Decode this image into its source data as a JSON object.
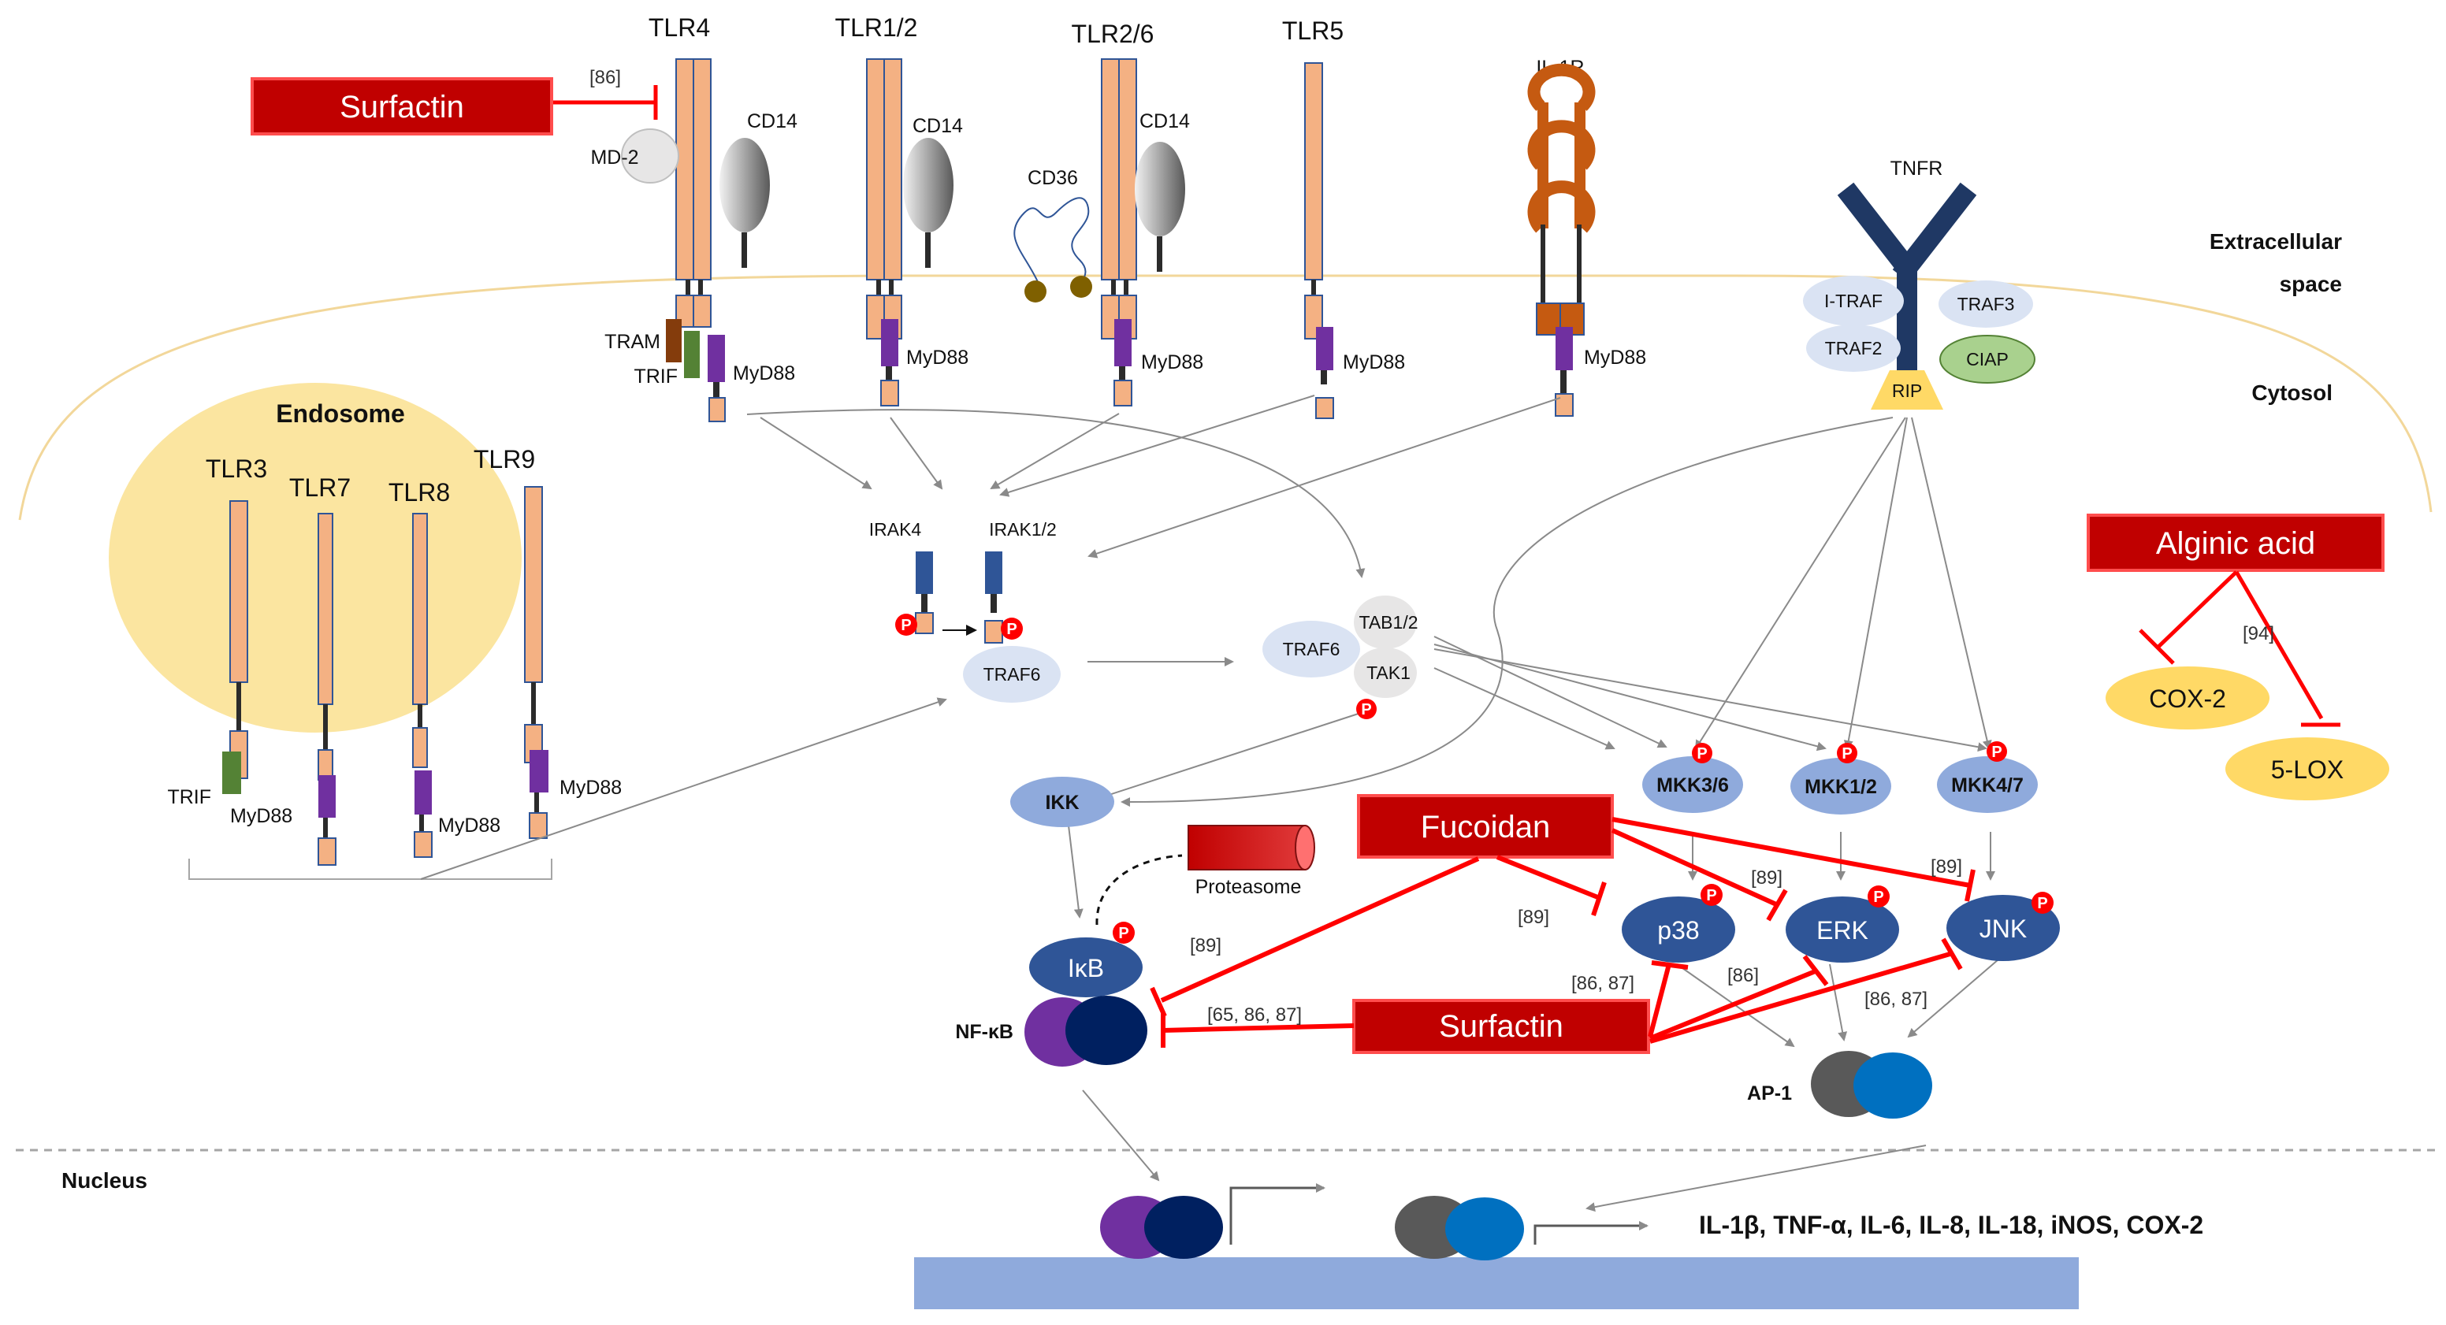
{
  "regions": {
    "extracellular": [
      "Extracellular",
      "space"
    ],
    "cytosol": "Cytosol",
    "nucleus": "Nucleus",
    "endosome": "Endosome"
  },
  "receptors": {
    "tlr4": "TLR4",
    "tlr12": "TLR1/2",
    "tlr26": "TLR2/6",
    "tlr5": "TLR5",
    "il1r": "IL-1R",
    "tnfr": "TNFR",
    "tlr3": "TLR3",
    "tlr7": "TLR7",
    "tlr8": "TLR8",
    "tlr9": "TLR9"
  },
  "coreceptors": {
    "md2": "MD-2",
    "cd14": "CD14",
    "cd36": "CD36"
  },
  "adaptors": {
    "tram": "TRAM",
    "trif": "TRIF",
    "myd88": "MyD88"
  },
  "tnfr_complex": {
    "itraf": "I-TRAF",
    "traf3": "TRAF3",
    "traf2": "TRAF2",
    "rip": "RIP",
    "ciap": "CIAP"
  },
  "kinases": {
    "irak4": "IRAK4",
    "irak12": "IRAK1/2",
    "traf6": "TRAF6",
    "tab12": "TAB1/2",
    "tak1": "TAK1",
    "ikk": "IKK",
    "mkk36": "MKK3/6",
    "mkk12": "MKK1/2",
    "mkk47": "MKK4/7",
    "p38": "p38",
    "erk": "ERK",
    "jnk": "JNK",
    "ikb": "IκB",
    "proteasome": "Proteasome",
    "nfkb": "NF-κB",
    "ap1": "AP-1",
    "cox2": "COX-2",
    "lox5": "5-LOX",
    "phospho": "P"
  },
  "inhibitors": {
    "surfactin": "Surfactin",
    "fucoidan": "Fucoidan",
    "alginic": "Alginic acid"
  },
  "refs": {
    "r86": "[86]",
    "r89": "[89]",
    "r94": "[94]",
    "r6586": "[65, 86, 87]",
    "r8687": "[86, 87]"
  },
  "output_genes": "IL-1β, TNF-α, IL-6, IL-8, IL-18, iNOS, COX-2",
  "colors": {
    "inhibitor_red": "#c00000",
    "inhibit_line": "#ff0000",
    "receptor_peach": "#f4b183",
    "endosome_yellow": "#fbe5a0",
    "kinase_blue": "#2f5597",
    "light_blue": "#8faadc",
    "myd88_purple": "#7030a0",
    "trif_green": "#548235",
    "tram_brown": "#843c0c",
    "il1r_orange": "#c55a11",
    "tnfr_navy": "#1f3864",
    "dna_blue": "#8faadc",
    "ap1_gray": "#595959",
    "ap1_blue": "#0070c0",
    "nfkb_purple": "#7030a0",
    "nfkb_navy": "#002060",
    "cox_yellow": "#ffd966"
  }
}
